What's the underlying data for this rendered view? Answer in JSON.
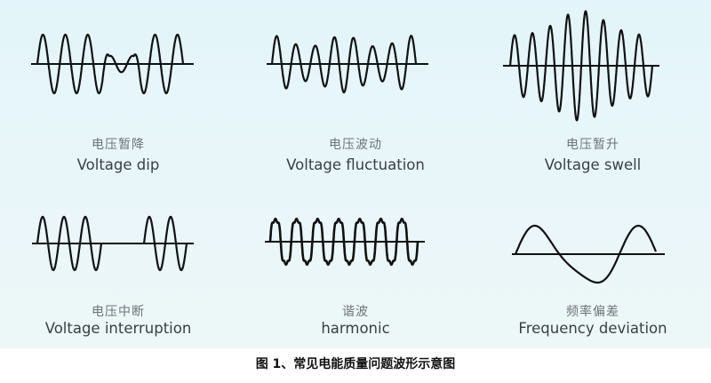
{
  "panels": [
    {
      "cn": "电压暂降",
      "en": "Voltage dip",
      "wave": "dip"
    },
    {
      "cn": "电压波动",
      "en": "Voltage fluctuation",
      "wave": "fluctuation"
    },
    {
      "cn": "电压暂升",
      "en": "Voltage swell",
      "wave": "swell"
    },
    {
      "cn": "电压中断",
      "en": "Voltage interruption",
      "wave": "interruption"
    },
    {
      "cn": "谐波",
      "en": "harmonic",
      "wave": "harmonic"
    },
    {
      "cn": "频率偏差",
      "en": "Frequency deviation",
      "wave": "frequency"
    }
  ],
  "caption": "图 1、常见电能质量问题波形示意图",
  "colors": {
    "wave": "#111111",
    "panel_bg": "#e6f5f9",
    "label_cn": "#6e7478",
    "label_en": "#3a3f44"
  }
}
